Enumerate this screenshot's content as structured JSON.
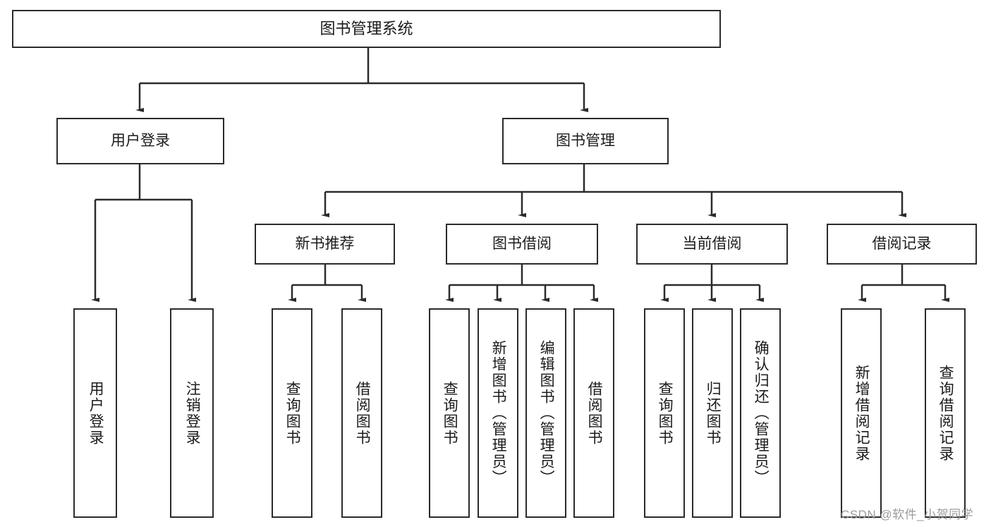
{
  "diagram": {
    "title": "图书管理系统",
    "type": "tree-hierarchy",
    "watermark": "CSDN @软件_小贺同学",
    "colors": {
      "stroke": "#2b2b2b",
      "fill": "#ffffff",
      "text": "#1b1b1b",
      "watermark": "#9b9b9b"
    },
    "nodes": {
      "root": {
        "label": "图书管理系统"
      },
      "level2": [
        {
          "label": "用户登录"
        },
        {
          "label": "图书管理"
        }
      ],
      "level3": [
        {
          "label": "新书推荐"
        },
        {
          "label": "图书借阅"
        },
        {
          "label": "当前借阅"
        },
        {
          "label": "借阅记录"
        }
      ],
      "leaves": {
        "user_login": [
          {
            "label": "用户登录"
          },
          {
            "label": "注销登录"
          }
        ],
        "new_book_rec": [
          {
            "label": "查询图书"
          },
          {
            "label": "借阅图书"
          }
        ],
        "book_borrow": [
          {
            "label": "查询图书"
          },
          {
            "label": "新增图书（管理员）"
          },
          {
            "label": "编辑图书（管理员）"
          },
          {
            "label": "借阅图书"
          }
        ],
        "current_borrow": [
          {
            "label": "查询图书"
          },
          {
            "label": "归还图书"
          },
          {
            "label": "确认归还（管理员）"
          }
        ],
        "borrow_record": [
          {
            "label": "新增借阅记录"
          },
          {
            "label": "查询借阅记录"
          }
        ]
      }
    }
  }
}
